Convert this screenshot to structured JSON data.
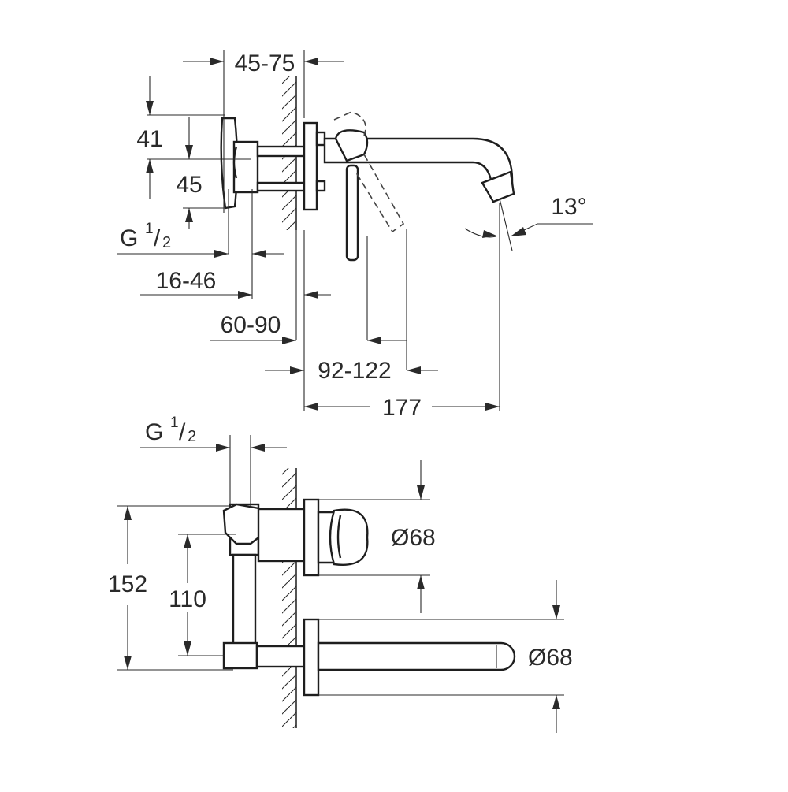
{
  "top_view": {
    "dim_45_75": "45-75",
    "dim_41": "41",
    "dim_45": "45",
    "thread": {
      "letter": "G",
      "numerator": "1",
      "denominator": "2"
    },
    "dim_16_46": "16-46",
    "dim_60_90": "60-90",
    "dim_92_122": "92-122",
    "dim_177": "177",
    "angle": "13°"
  },
  "bottom_view": {
    "thread": {
      "letter": "G",
      "numerator": "1",
      "denominator": "2"
    },
    "dim_152": "152",
    "dim_110": "110",
    "diameter_handle": "Ø68",
    "diameter_spout": "Ø68"
  }
}
